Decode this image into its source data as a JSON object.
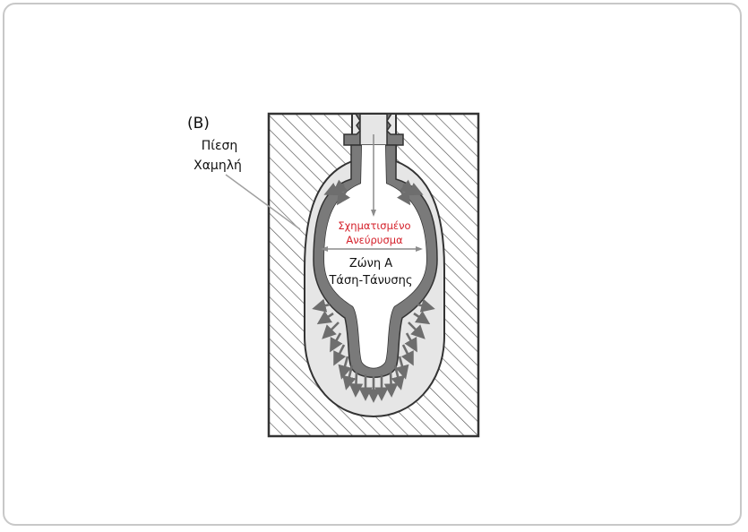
{
  "labels": {
    "letter": "(B)",
    "pressure_line1": "Πίεση",
    "pressure_line2": "Χαμηλή",
    "aneurysm_line1": "Σχηματισμένο",
    "aneurysm_line2": "Ανεύρυσμα",
    "zone_line1": "Ζώνη Α",
    "zone_line2": "Τάση-Τάνυσης"
  },
  "colors": {
    "mold_fill": "#ffffff",
    "hatch": "#555555",
    "cavity": "#e6e6e6",
    "preform": "#7a7a7a",
    "arrows": "#6e6e6e",
    "aneurysm_text": "#d4202a",
    "text": "#111111",
    "pointer": "#a0a0a0"
  }
}
